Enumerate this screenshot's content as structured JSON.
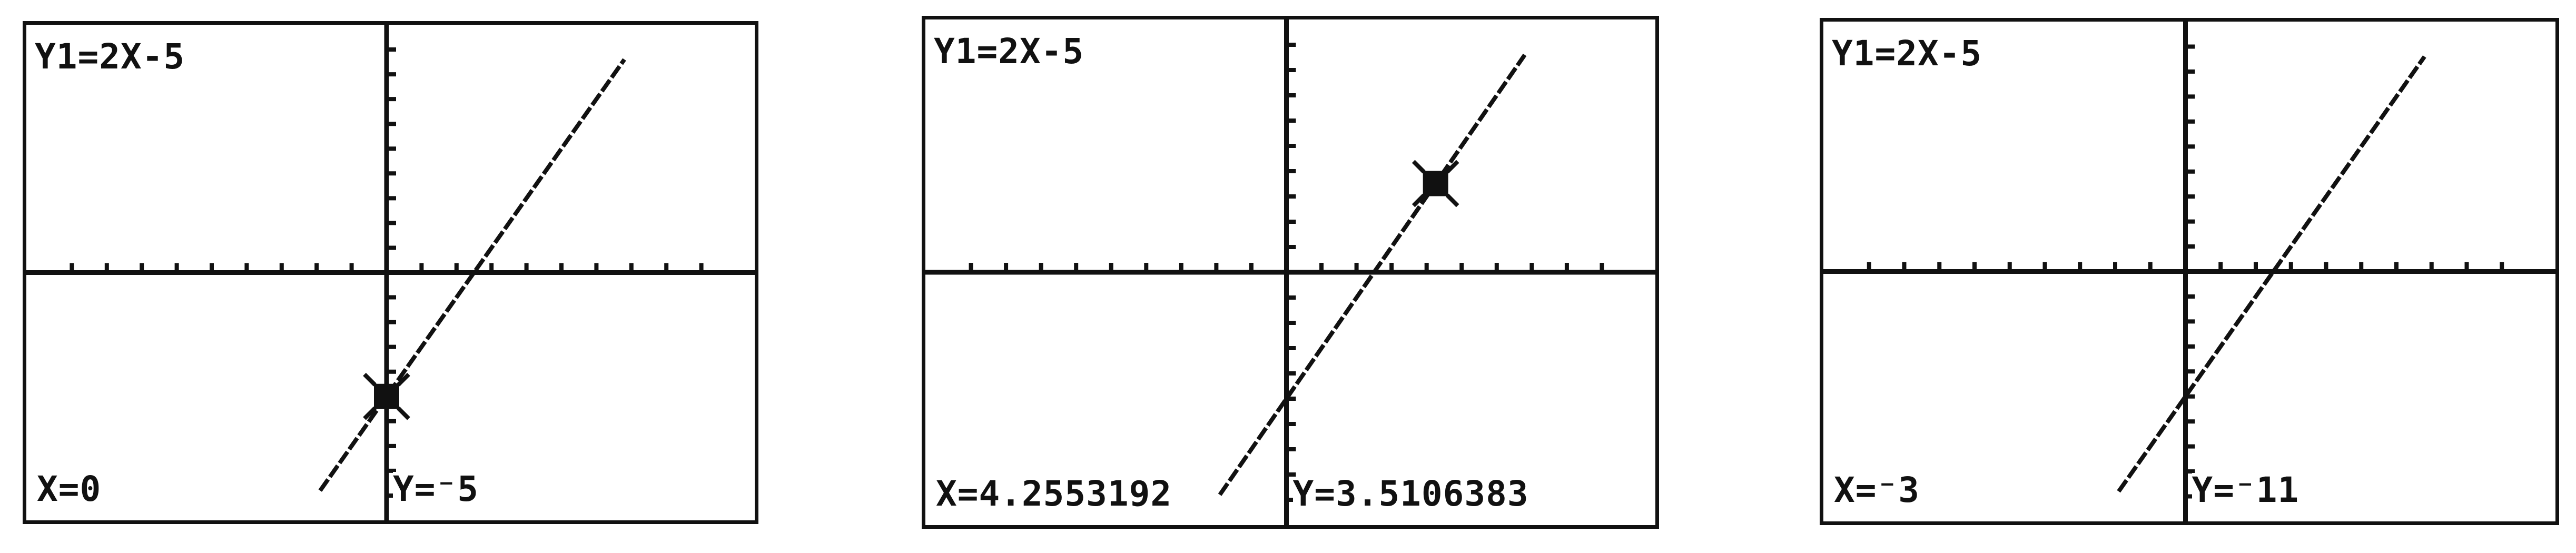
{
  "panels": [
    {
      "equation": "Y1=2X-5",
      "x_readout": "X=0",
      "y_readout": "Y=⁻5",
      "cursor": {
        "x": 0,
        "y": -5,
        "visible": true
      },
      "window": {
        "xmin": -10,
        "xmax": 10,
        "ymin": -10,
        "ymax": 10
      }
    },
    {
      "equation": "Y1=2X-5",
      "x_readout": "X=4.2553192",
      "y_readout": "Y=3.5106383",
      "cursor": {
        "x": 4.2553192,
        "y": 3.5106383,
        "visible": true
      },
      "window": {
        "xmin": -10,
        "xmax": 10,
        "ymin": -10,
        "ymax": 10
      }
    },
    {
      "equation": "Y1=2X-5",
      "x_readout": "X=⁻3",
      "y_readout": "Y=⁻11",
      "cursor": {
        "x": -3,
        "y": -11,
        "visible": false
      },
      "window": {
        "xmin": -10,
        "xmax": 10,
        "ymin": -10,
        "ymax": 10
      }
    }
  ],
  "function": {
    "slope": 2,
    "intercept": -5
  },
  "colors": {
    "ink": "#111111",
    "screen": "#ffffff"
  }
}
